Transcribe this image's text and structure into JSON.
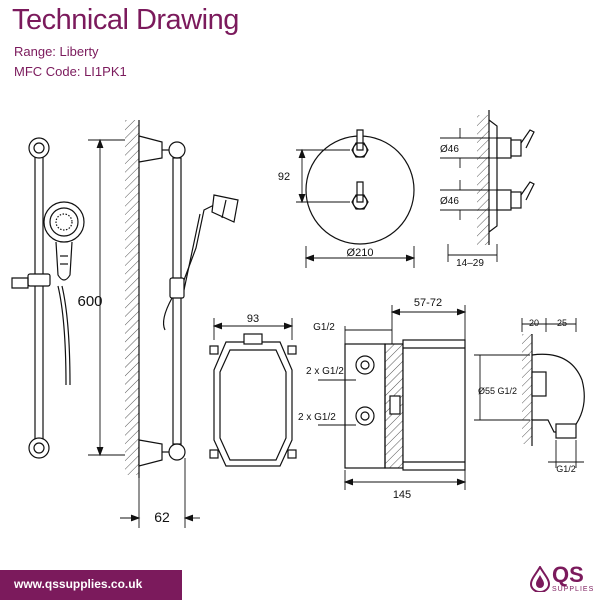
{
  "header": {
    "title": "Technical Drawing",
    "range": "Range: Liberty",
    "mfc_code": "MFC Code: LI1PK1"
  },
  "dimensions": {
    "rail_height": "600",
    "rail_projection": "62",
    "plate_height": "92",
    "plate_diameter": "Ø210",
    "knob_upper": "Ø46",
    "knob_lower": "Ø46",
    "plate_depth": "14–29",
    "body_width": "93",
    "body_depth": "57-72",
    "body_overall": "145",
    "inlet_top": "G1/2",
    "outlet_upper": "2 x G1/2",
    "outlet_lower": "2 x G1/2",
    "elbow_offset_a": "20",
    "elbow_offset_b": "25",
    "elbow_diameter": "Ø55 G1/2",
    "elbow_outlet": "G1/2"
  },
  "footer": {
    "website": "www.qssupplies.co.uk",
    "logo_text": "QS",
    "logo_subtext": "SUPPLIES"
  },
  "colors": {
    "brand": "#7b1a5c"
  }
}
